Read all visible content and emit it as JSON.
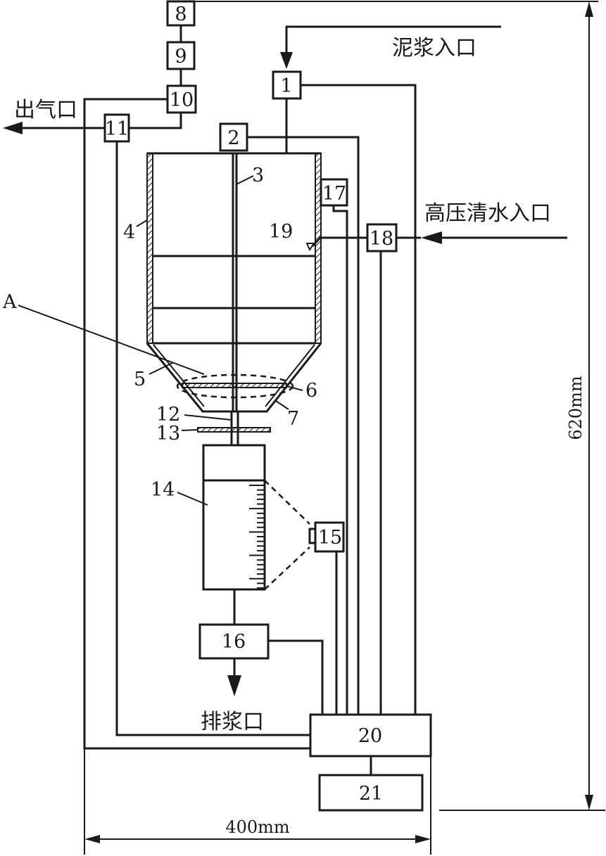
{
  "labels": {
    "slurry_inlet": "泥浆入口",
    "gas_outlet": "出气口",
    "hp_water_inlet": "高压清水入口",
    "slurry_outlet": "排浆口",
    "detail": "A",
    "width_dim": "400mm",
    "height_dim": "620mm"
  },
  "components": {
    "c1": "1",
    "c2": "2",
    "c3": "3",
    "c4": "4",
    "c5": "5",
    "c6": "6",
    "c7": "7",
    "c8": "8",
    "c9": "9",
    "c10": "10",
    "c11": "11",
    "c12": "12",
    "c13": "13",
    "c14": "14",
    "c15": "15",
    "c16": "16",
    "c17": "17",
    "c18": "18",
    "c19": "19",
    "c20": "20",
    "c21": "21"
  },
  "colors": {
    "line": "#1a1a1a",
    "background": "#ffffff"
  }
}
